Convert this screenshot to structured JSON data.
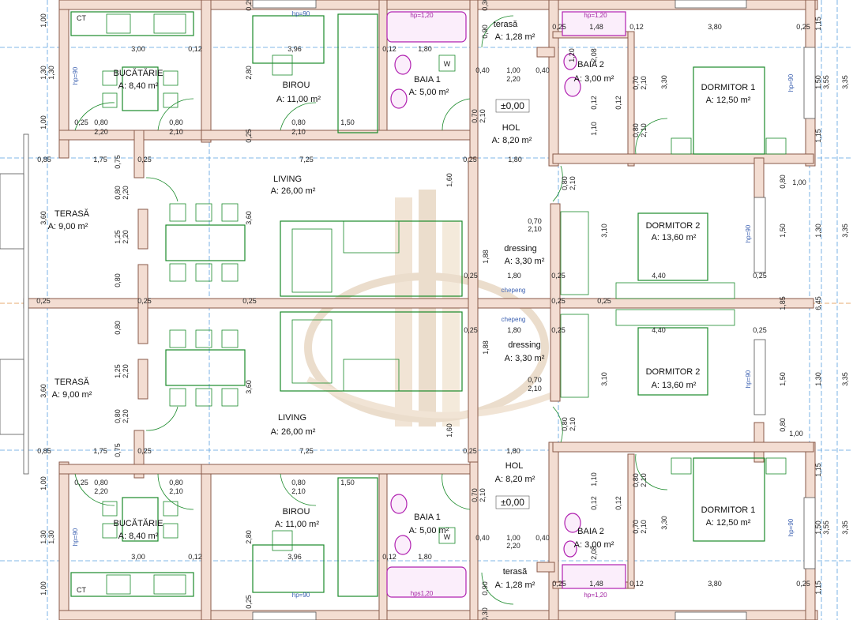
{
  "rooms": {
    "top": {
      "bucatarie_name": "BUCĂTĂRIE",
      "bucatarie_area": "A: 8,40 m²",
      "birou_name": "BIROU",
      "birou_area": "A: 11,00 m²",
      "baia1_name": "BAIA 1",
      "baia1_area": "A: 5,00 m²",
      "terasa_small_name": "terasă",
      "terasa_small_area": "A: 1,28 m²",
      "baia2_name": "BAIA 2",
      "baia2_area": "A: 3,00 m²",
      "dormitor1_name": "DORMITOR 1",
      "dormitor1_area": "A: 12,50 m²",
      "hol_name": "HOL",
      "hol_area": "A: 8,20 m²",
      "living_name": "LIVING",
      "living_area": "A: 26,00 m²",
      "terasa_name": "TERASĂ",
      "terasa_area": "A: 9,00 m²",
      "dormitor2_name": "DORMITOR 2",
      "dormitor2_area": "A: 13,60 m²",
      "dressing_name": "dressing",
      "dressing_area": "A: 3,30 m²",
      "level": "±0,00"
    },
    "bottom": {
      "bucatarie_name": "BUCĂTĂRIE",
      "bucatarie_area": "A: 8,40 m²",
      "birou_name": "BIROU",
      "birou_area": "A: 11,00 m²",
      "baia1_name": "BAIA 1",
      "baia1_area": "A: 5,00 m²",
      "terasa_small_name": "terasă",
      "terasa_small_area": "A: 1,28 m²",
      "baia2_name": "BAIA 2",
      "baia2_area": "A: 3,00 m²",
      "dormitor1_name": "DORMITOR 1",
      "dormitor1_area": "A: 12,50 m²",
      "hol_name": "HOL",
      "hol_area": "A: 8,20 m²",
      "living_name": "LIVING",
      "living_area": "A: 26,00 m²",
      "terasa_name": "TERASĂ",
      "terasa_area": "A: 9,00 m²",
      "dormitor2_name": "DORMITOR 2",
      "dormitor2_area": "A: 13,60 m²",
      "dressing_name": "dressing",
      "dressing_area": "A: 3,30 m²",
      "level": "±0,00"
    }
  },
  "dimensions": {
    "d_300": "3,00",
    "d_012": "0,12",
    "d_396": "3,96",
    "d_180": "1,80",
    "d_100": "1,00",
    "d_220": "2,20",
    "d_040": "0,40",
    "d_148": "1,48",
    "d_380": "3,80",
    "d_025": "0,25",
    "d_080": "0,80",
    "d_210": "2,10",
    "d_150": "1,50",
    "d_085": "0,85",
    "d_175": "1,75",
    "d_725": "7,25",
    "d_070": "0,70",
    "d_440": "4,40",
    "d_160": "1,60",
    "d_188": "1,88",
    "d_075": "0,75",
    "d_360": "3,60",
    "d_125": "1,25",
    "d_130": "1,30",
    "d_280": "2,80",
    "d_310": "3,10",
    "d_330": "3,30",
    "d_335": "3,35",
    "d_355": "3,55",
    "d_115": "1,15",
    "d_185": "1,85",
    "d_645": "6,45",
    "d_110": "1,10",
    "d_208": "2,08",
    "d_120": "1,20",
    "d_090": "0,90",
    "d_030": "0,30"
  },
  "notes": {
    "ct": "CT",
    "w": "W",
    "chepeng": "chepeng",
    "hp90": "hp=90",
    "hp120": "hp=1,20",
    "hps120": "hps1,20"
  }
}
